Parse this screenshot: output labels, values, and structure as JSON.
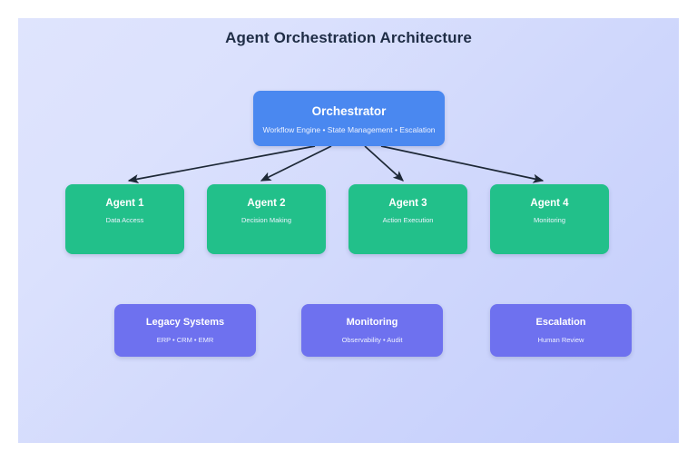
{
  "diagram": {
    "title": "Agent Orchestration Architecture",
    "background": {
      "gradient_from": "#dfe4fd",
      "gradient_to": "#c3cdfc"
    },
    "colors": {
      "orchestrator": "#4a88f0",
      "agent": "#22c08a",
      "system": "#6e71ef",
      "connector": "#1d2836",
      "title_text": "#1f2d46",
      "node_text": "#ffffff"
    },
    "orchestrator": {
      "title": "Orchestrator",
      "subtitle": "Workflow Engine • State Management • Escalation"
    },
    "agents": [
      {
        "title": "Agent 1",
        "subtitle": "Data Access"
      },
      {
        "title": "Agent 2",
        "subtitle": "Decision Making"
      },
      {
        "title": "Agent 3",
        "subtitle": "Action Execution"
      },
      {
        "title": "Agent 4",
        "subtitle": "Monitoring"
      }
    ],
    "systems": [
      {
        "title": "Legacy Systems",
        "subtitle": "ERP • CRM • EMR"
      },
      {
        "title": "Monitoring",
        "subtitle": "Observability • Audit"
      },
      {
        "title": "Escalation",
        "subtitle": "Human Review"
      }
    ],
    "connections": [
      {
        "from": "Orchestrator",
        "to": "Agent 1"
      },
      {
        "from": "Orchestrator",
        "to": "Agent 2"
      },
      {
        "from": "Orchestrator",
        "to": "Agent 3"
      },
      {
        "from": "Orchestrator",
        "to": "Agent 4"
      }
    ]
  }
}
